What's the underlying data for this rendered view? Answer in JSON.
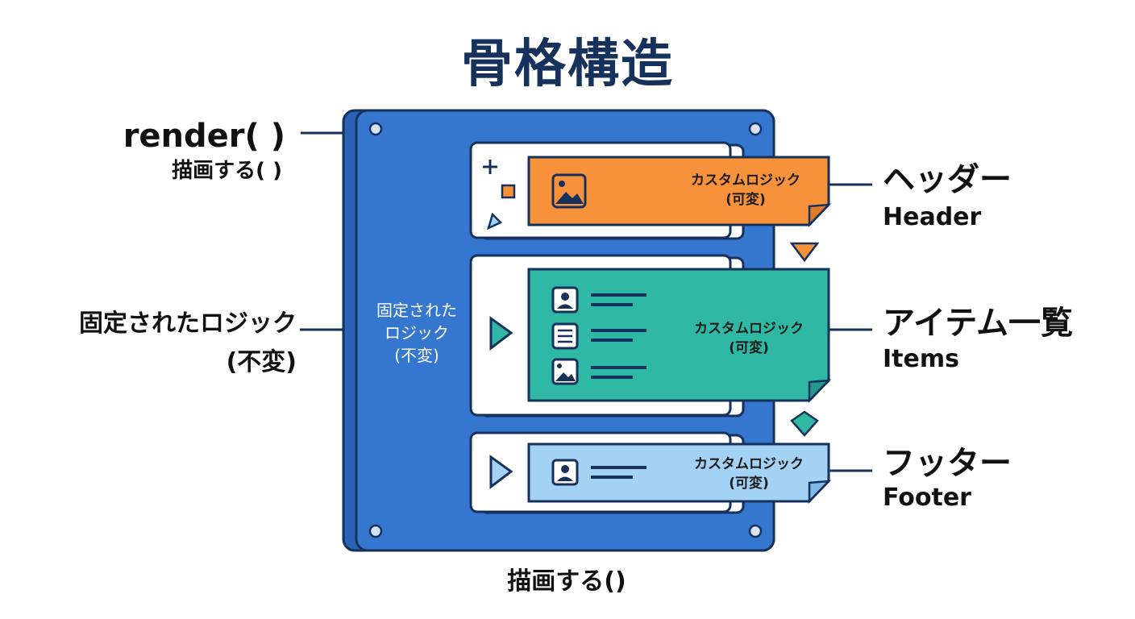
{
  "title": "骨格構造",
  "left_labels": {
    "render_label": "render( )",
    "render_sub": "描画する( )",
    "fixed_logic": "固定されたロジック",
    "fixed_logic_sub": "(不変)"
  },
  "panel": {
    "fixed_logic_line1": "固定された",
    "fixed_logic_line2": "ロジック",
    "fixed_logic_line3": "(不変)",
    "bottom_label": "描画する()"
  },
  "sections": [
    {
      "custom_line1": "カスタムロジック",
      "custom_line2": "(可変)",
      "jp_label": "ヘッダー",
      "en_label": "Header",
      "color": "#f7923a"
    },
    {
      "custom_line1": "カスタムロジック",
      "custom_line2": "(可変)",
      "jp_label": "アイテム一覧",
      "en_label": "Items",
      "color": "#2fb9a5"
    },
    {
      "custom_line1": "カスタムロジック",
      "custom_line2": "(可変)",
      "jp_label": "フッター",
      "en_label": "Footer",
      "color": "#a3d2f5"
    }
  ],
  "colors": {
    "panel_blue": "#3577cf",
    "outline": "#16325c",
    "orange": "#f7923a",
    "teal": "#2fb9a5",
    "light_blue": "#a3d2f5"
  }
}
